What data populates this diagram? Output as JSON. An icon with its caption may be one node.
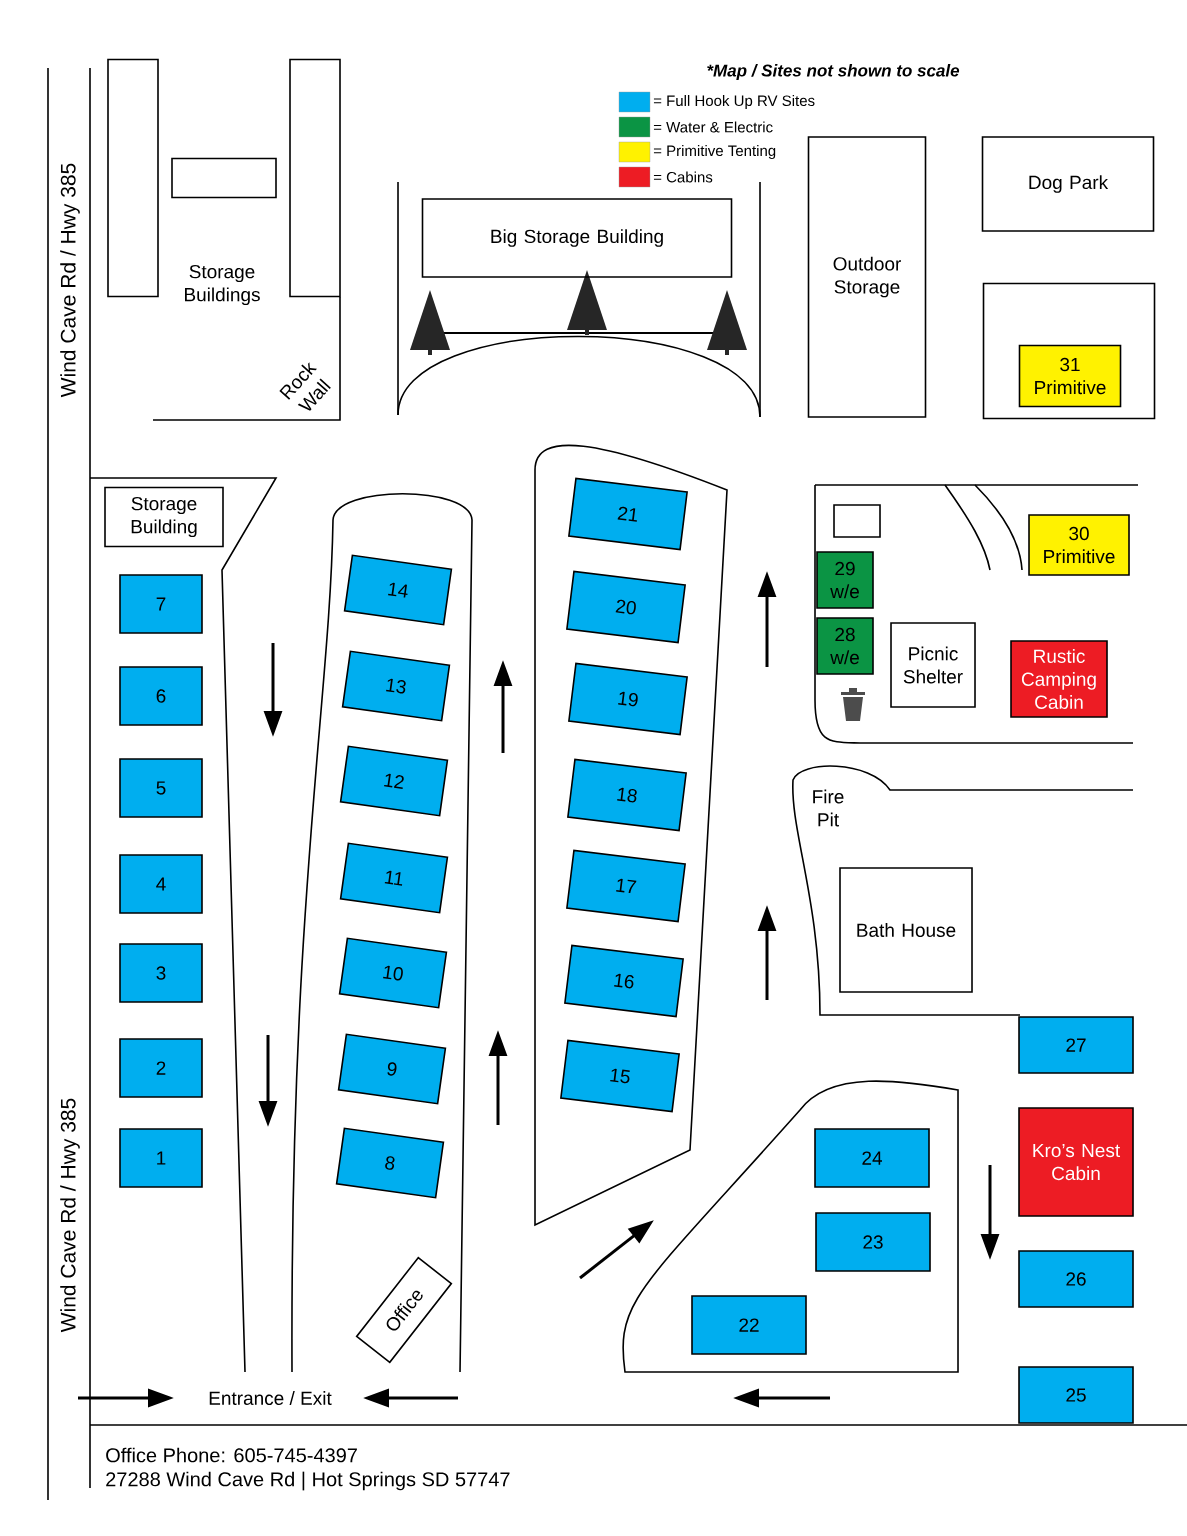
{
  "diagram": {
    "nodes": [
      {
        "text": [],
        "shape": "box"
      },
      {
        "text": [],
        "shape": "box"
      },
      {
        "text": [],
        "shape": "box"
      },
      {
        "text": [
          "Big Storage Building"
        ]
      },
      {
        "text": [
          "Outdoor Storage"
        ]
      },
      {
        "text": [
          "Dog Park"
        ]
      },
      {
        "text": [],
        "shape": "box"
      },
      {
        "text": [
          "31 Primitive"
        ],
        "in": 6
      },
      {
        "text": [
          "Storage Building"
        ]
      },
      {
        "text": [
          "7"
        ]
      },
      {
        "text": [
          "6"
        ]
      },
      {
        "text": [
          "5"
        ]
      },
      {
        "text": [
          "4"
        ]
      },
      {
        "text": [
          "3"
        ]
      },
      {
        "text": [
          "2"
        ]
      },
      {
        "text": [
          "1"
        ]
      },
      {
        "text": [
          "14"
        ]
      },
      {
        "text": [
          "13"
        ]
      },
      {
        "text": [
          "12"
        ]
      },
      {
        "text": [
          "11"
        ]
      },
      {
        "text": [
          "10"
        ]
      },
      {
        "text": [
          "9"
        ]
      },
      {
        "text": [
          "8"
        ]
      },
      {
        "text": [
          "21"
        ]
      },
      {
        "text": [
          "20"
        ]
      },
      {
        "text": [
          "19"
        ]
      },
      {
        "text": [
          "18"
        ]
      },
      {
        "text": [
          "17"
        ]
      },
      {
        "text": [
          "16"
        ]
      },
      {
        "text": [
          "15"
        ]
      },
      {
        "text": [],
        "shape": "box"
      },
      {
        "text": [
          "29 w/e"
        ]
      },
      {
        "text": [
          "28 w/e"
        ]
      },
      {
        "text": [
          "30 Primitive"
        ]
      },
      {
        "text": [
          "Picnic Shelter"
        ]
      },
      {
        "text": [
          "Rustic Camping Cabin"
        ]
      },
      {
        "text": [
          "Bath House"
        ]
      },
      {
        "text": [
          "27"
        ]
      },
      {
        "text": [
          "Kro’s Nest Cabin"
        ]
      },
      {
        "text": [
          "24"
        ]
      },
      {
        "text": [
          "23"
        ]
      },
      {
        "text": [
          "26"
        ]
      },
      {
        "text": [
          "22"
        ]
      },
      {
        "text": [
          "Office"
        ]
      },
      {
        "text": [
          "25"
        ]
      }
    ],
    "labels": [
      "*Map / Sites not shown to scale",
      "Wind Cave Rd / Hwy 385",
      "Storage Buildings",
      "Rock Wall",
      "Fire Pit",
      "Wind Cave Rd / Hwy 385",
      "Entrance / Exit",
      "Office Phone: 605-745-4397",
      "27288 Wind Cave Rd | Hot Springs SD 57747"
    ],
    "legend": [
      {
        "text": "= Full Hook Up RV Sites",
        "color": "#00aeef"
      },
      {
        "text": "= Water & Electric",
        "color": "#0b9444"
      },
      {
        "text": "= Primitive Tenting",
        "color": "#fff200"
      },
      {
        "text": "= Cabins",
        "color": "#ed1c24"
      }
    ]
  }
}
